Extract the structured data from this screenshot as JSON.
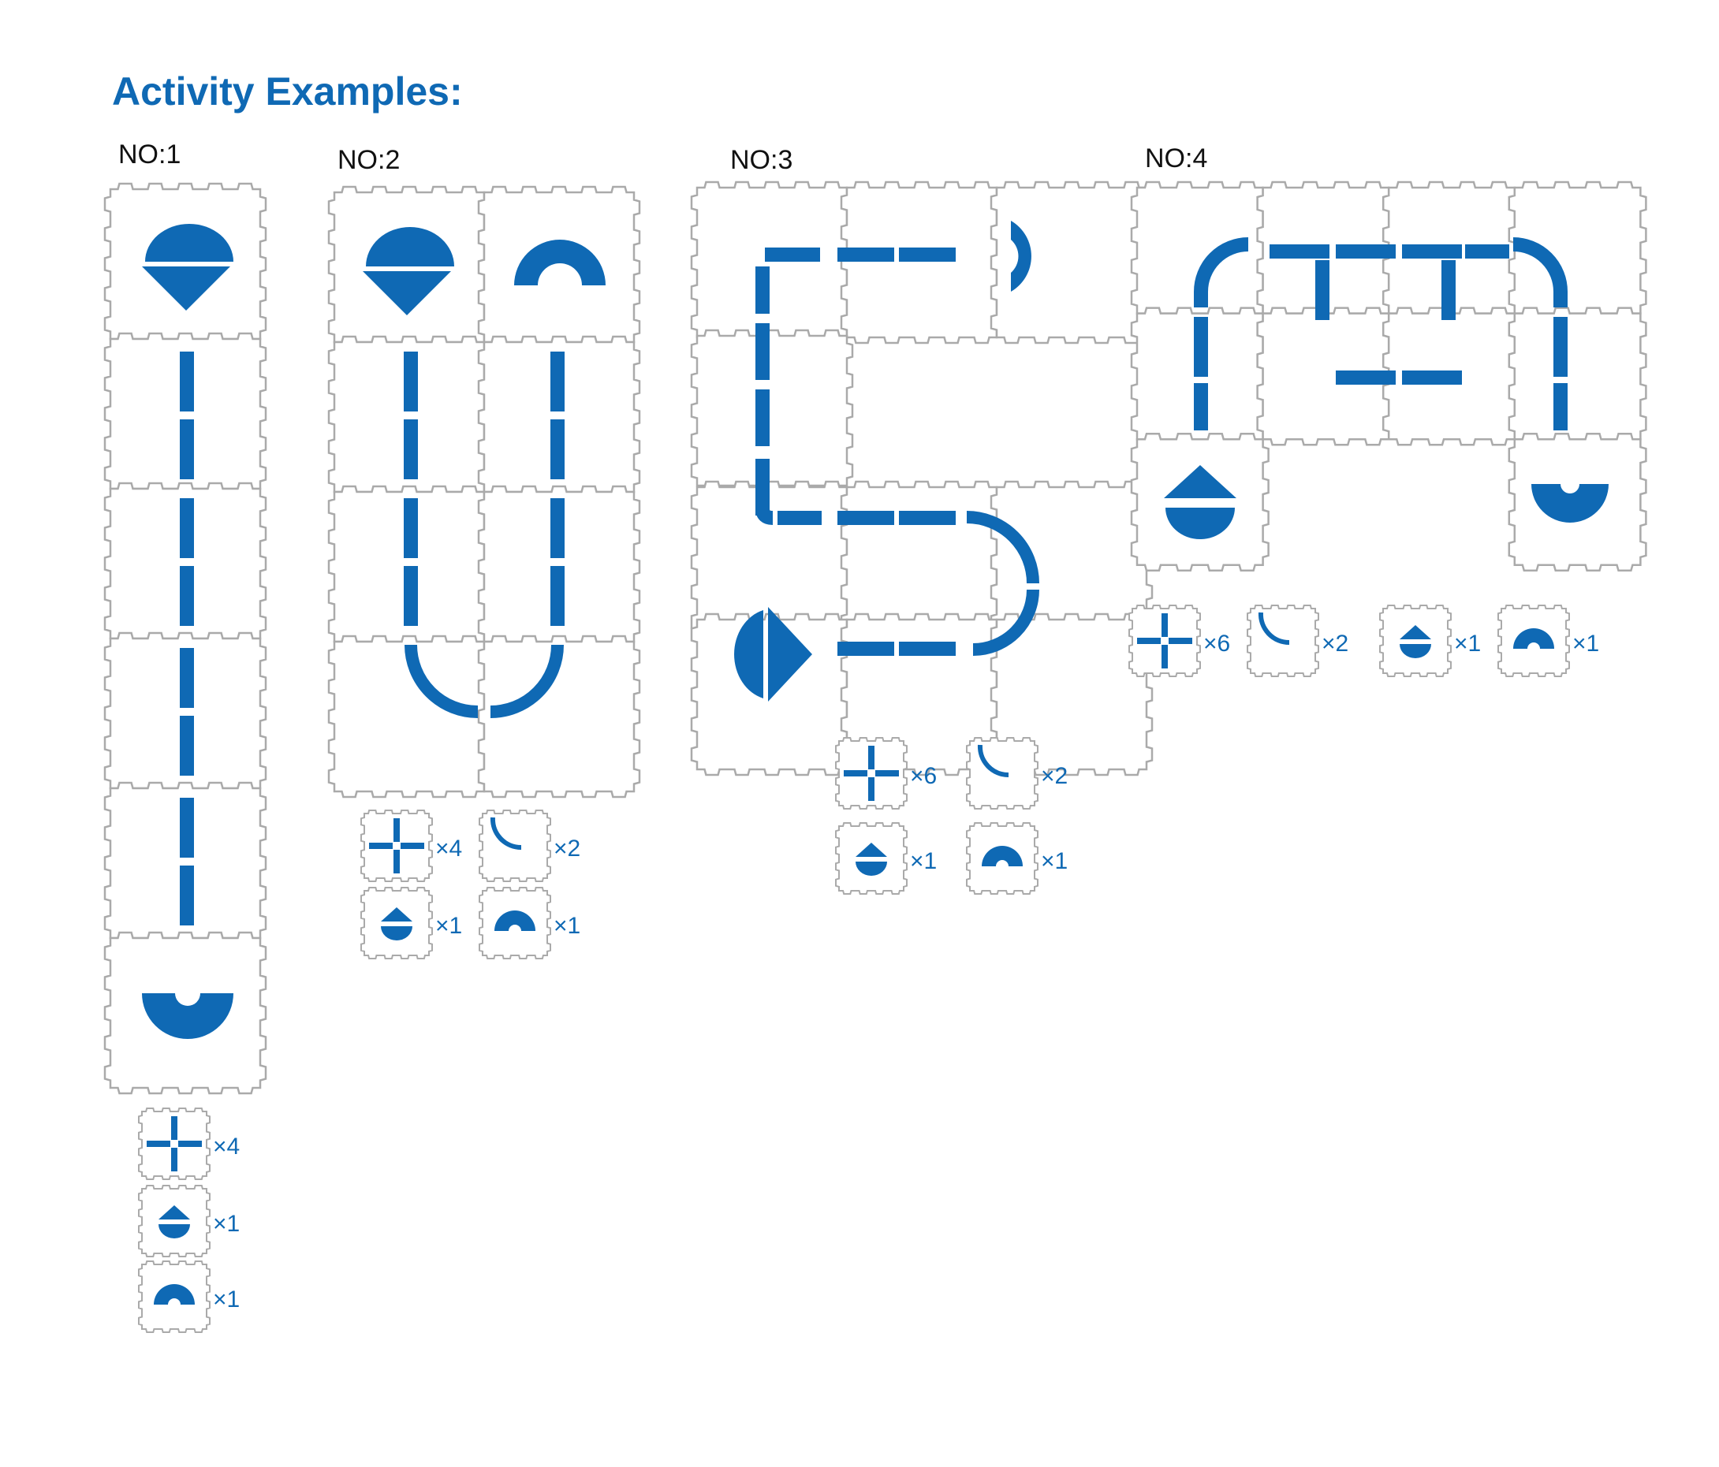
{
  "title": "Activity Examples:",
  "colors": {
    "accent": "#0f69b4",
    "tile_border": "#aaaaaa"
  },
  "examples": [
    {
      "label": "NO:1",
      "legend": [
        {
          "icon": "straight-cross-icon",
          "count": "×4"
        },
        {
          "icon": "house-shape-icon",
          "count": "×1"
        },
        {
          "icon": "half-ring-icon",
          "count": "×1"
        }
      ]
    },
    {
      "label": "NO:2",
      "legend": [
        {
          "icon": "straight-cross-icon",
          "count": "×4"
        },
        {
          "icon": "curve-icon",
          "count": "×2"
        },
        {
          "icon": "house-shape-icon",
          "count": "×1"
        },
        {
          "icon": "half-ring-icon",
          "count": "×1"
        }
      ]
    },
    {
      "label": "NO:3",
      "legend": [
        {
          "icon": "straight-cross-icon",
          "count": "×6"
        },
        {
          "icon": "curve-icon",
          "count": "×2"
        },
        {
          "icon": "house-shape-icon",
          "count": "×1"
        },
        {
          "icon": "half-ring-icon",
          "count": "×1"
        }
      ]
    },
    {
      "label": "NO:4",
      "legend": [
        {
          "icon": "straight-cross-icon",
          "count": "×6"
        },
        {
          "icon": "curve-icon",
          "count": "×2"
        },
        {
          "icon": "house-shape-icon",
          "count": "×1"
        },
        {
          "icon": "half-ring-icon",
          "count": "×1"
        }
      ]
    }
  ]
}
